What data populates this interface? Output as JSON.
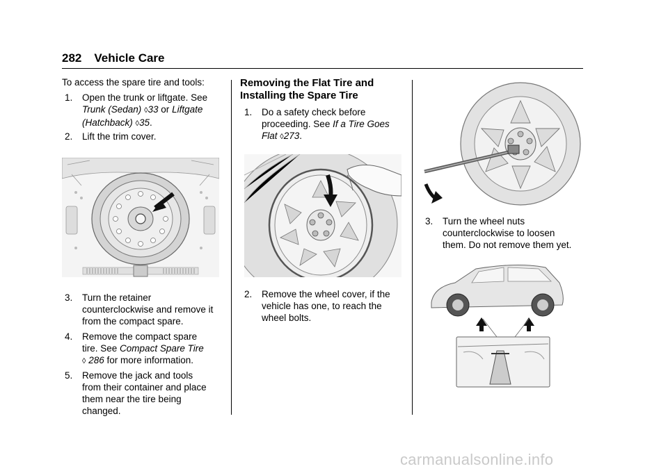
{
  "header": {
    "page_number": "282",
    "section": "Vehicle Care"
  },
  "col1": {
    "intro": "To access the spare tire and tools:",
    "steps": [
      {
        "num": "1.",
        "pre": "Open the trunk or liftgate. See",
        "link1": "Trunk (Sedan)",
        "ref1": "33",
        "mid": "or",
        "link2": "Liftgate",
        "link2b": "(Hatchback)",
        "ref2": "35",
        "post": "."
      },
      {
        "num": "2.",
        "text": "Lift the trim cover."
      },
      {
        "num": "3.",
        "line1": "Turn the retainer",
        "line2": "counterclockwise and remove it",
        "line3": "from the compact spare."
      },
      {
        "num": "4.",
        "line1": "Remove the compact spare",
        "line2_pre": "tire. See",
        "link": "Compact Spare Tire",
        "ref": "286",
        "line3_post": "for more information."
      },
      {
        "num": "5.",
        "line1": "Remove the jack and tools",
        "line2": "from their container and place",
        "line3": "them near the tire being",
        "line4": "changed."
      }
    ]
  },
  "col2": {
    "heading1": "Removing the Flat Tire and",
    "heading2": "Installing the Spare Tire",
    "step1": {
      "num": "1.",
      "line1": "Do a safety check before",
      "line2_pre": "proceeding. See",
      "link_a": "If a Tire Goes",
      "link_b": "Flat",
      "ref": "273",
      "post": "."
    },
    "step2": {
      "num": "2.",
      "line1": "Remove the wheel cover, if the",
      "line2": "vehicle has one, to reach the",
      "line3": "wheel bolts."
    }
  },
  "col3": {
    "step3": {
      "num": "3.",
      "line1": "Turn the wheel nuts",
      "line2": "counterclockwise to loosen",
      "line3": "them. Do not remove them yet."
    }
  },
  "ref_symbol": "◊",
  "watermark": "carmanualsonline.info"
}
